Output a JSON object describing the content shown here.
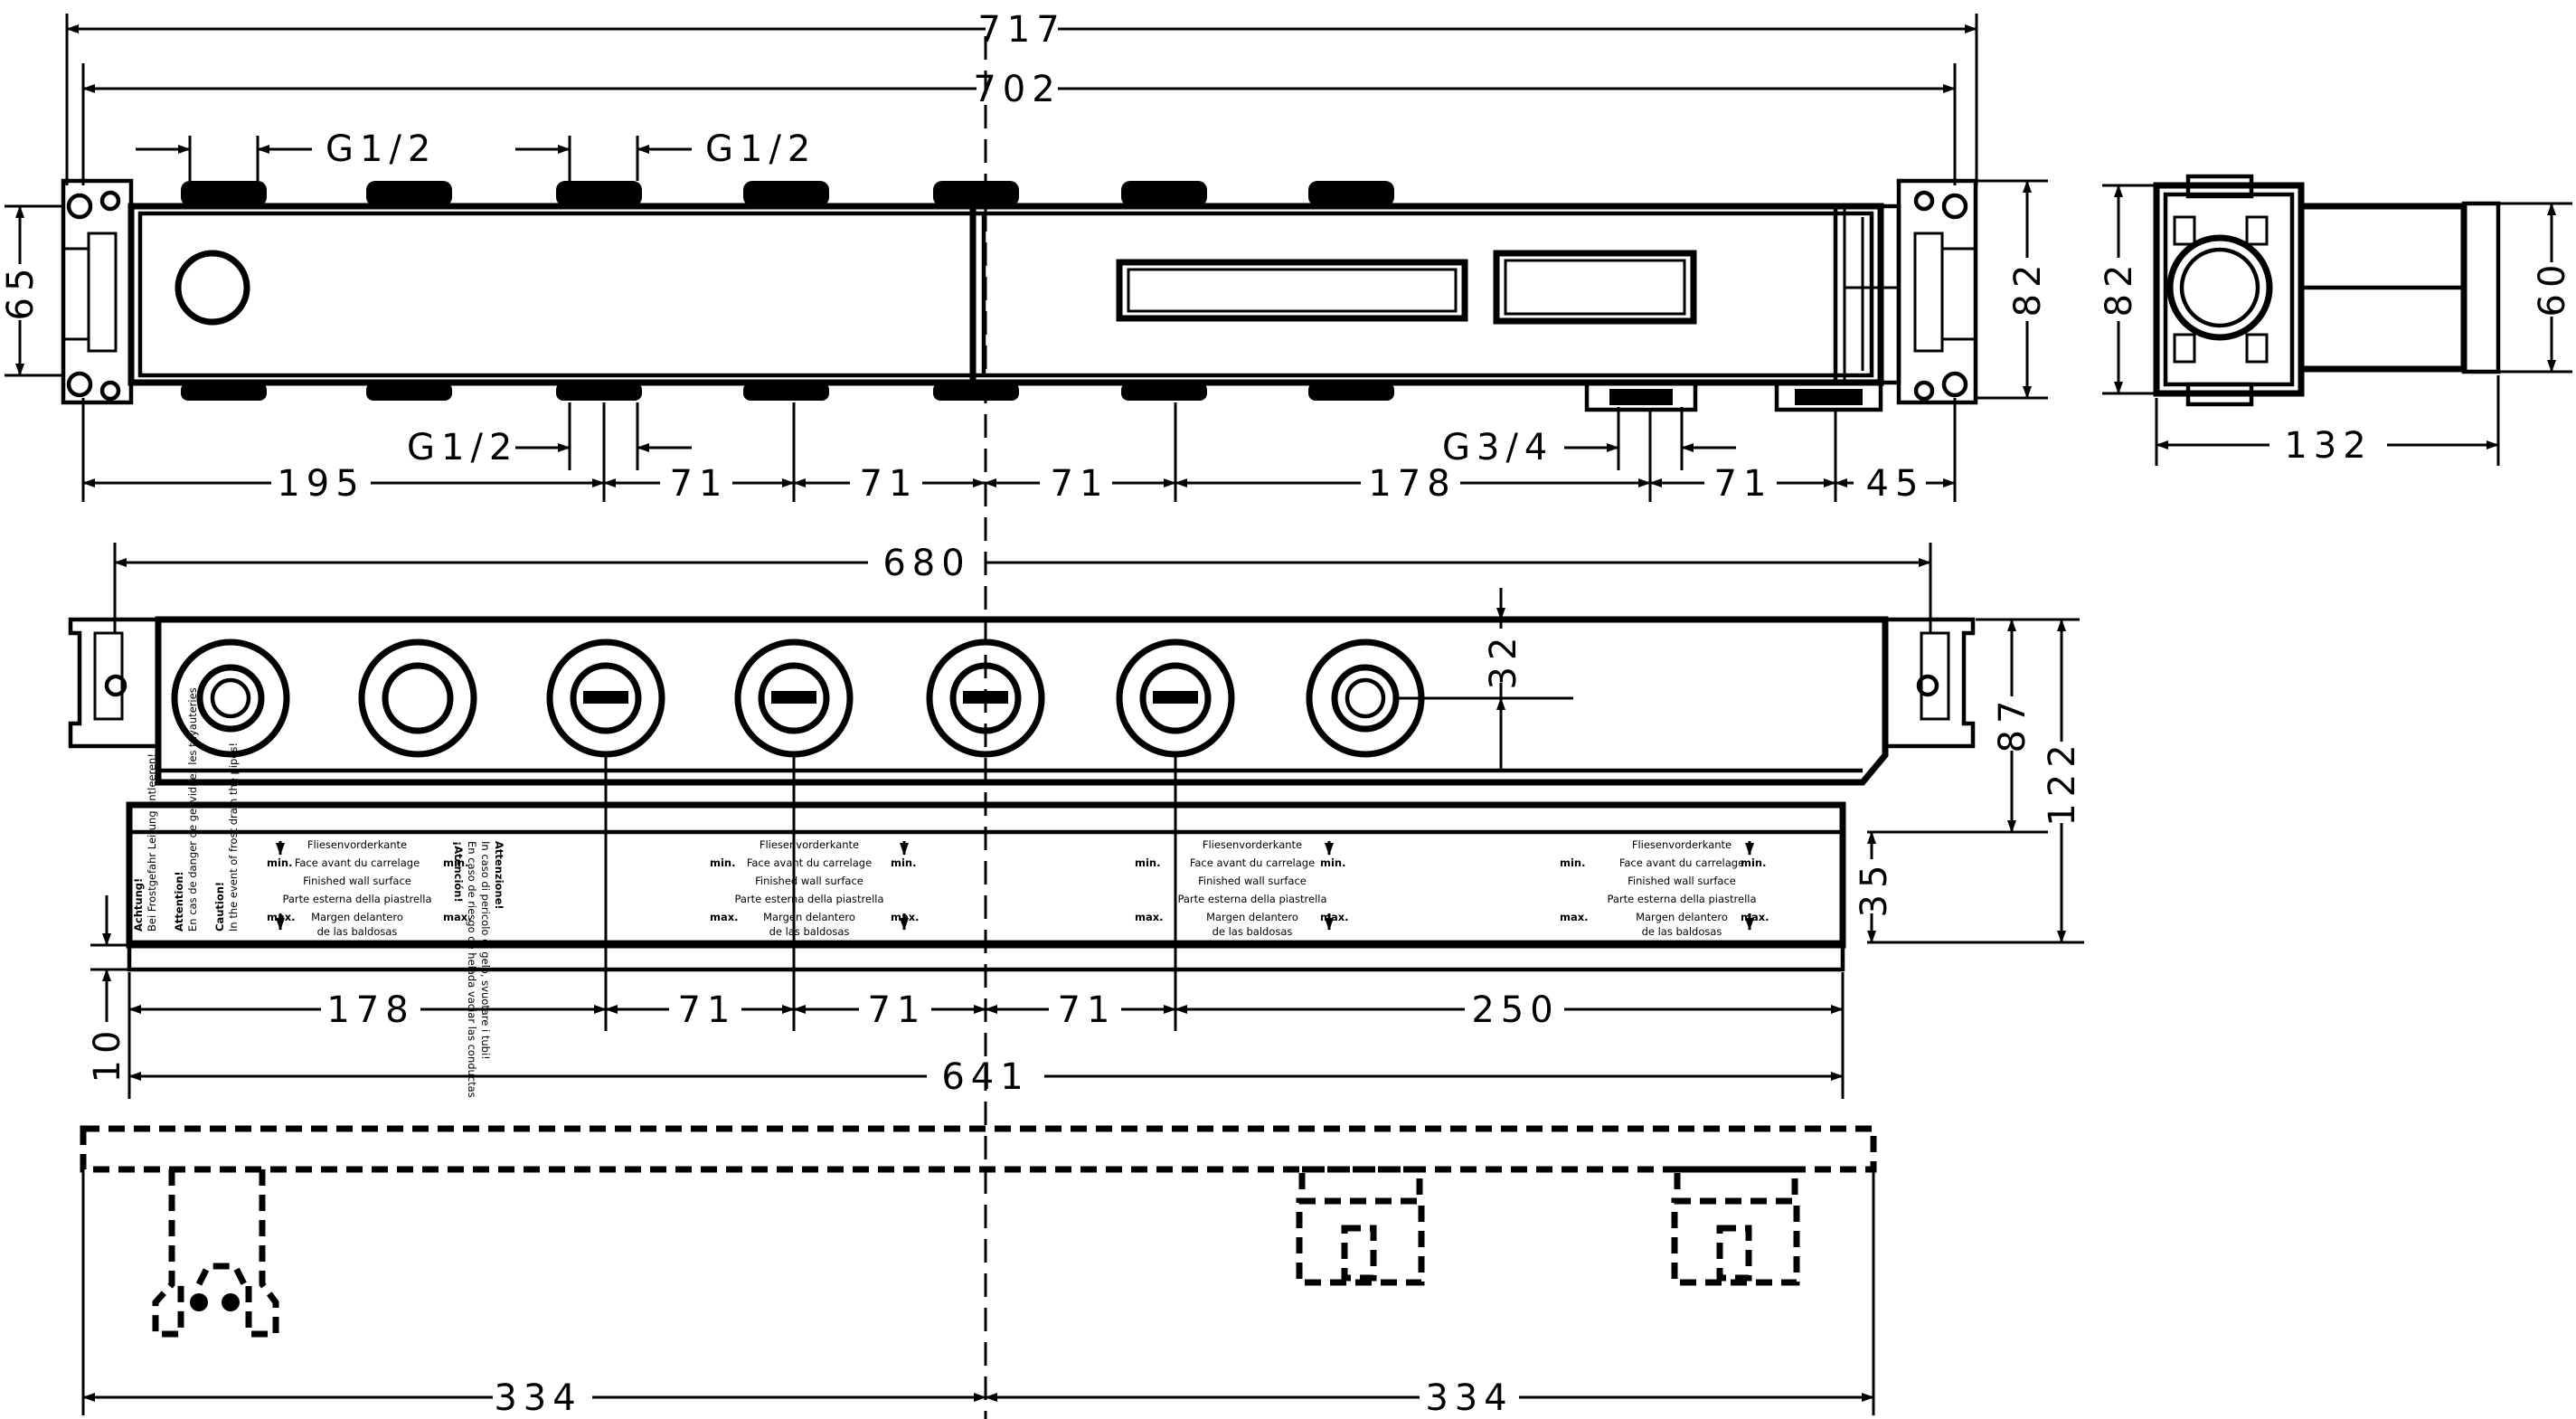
{
  "top_view": {
    "overall": "717",
    "body": "702",
    "thread_top_left": "G1/2",
    "thread_top_mid": "G1/2",
    "thread_bottom": "G1/2",
    "thread_right": "G3/4",
    "chain": [
      "195",
      "71",
      "71",
      "71",
      "178",
      "71",
      "45"
    ],
    "height_left": "65",
    "height_right": "82"
  },
  "side_view": {
    "height": "82",
    "depth": "60",
    "width": "132"
  },
  "front_view": {
    "overall": "680",
    "outlet_offset": "32",
    "height_upper": "87",
    "height_total": "122",
    "plate_depth": "35",
    "bottom_offset": "10",
    "chain": [
      "178",
      "71",
      "71",
      "71",
      "250"
    ],
    "base": "641"
  },
  "install_view": {
    "half_left": "334",
    "half_right": "334"
  },
  "label": {
    "title": "Fliesenvorderkante",
    "lines": [
      "Face avant du carrelage",
      "Finished wall surface",
      "Parte esterna della piastrella",
      "Margen delantero",
      "de las baldosas"
    ],
    "min": "min.",
    "max": "max.",
    "warn1": "Achtung!",
    "warn1_sub": "Bei Frostgefahr Leitung entleeren!",
    "warn2": "Attention!",
    "warn2_sub": "En cas de danger de gel vidnez les tuyauteries",
    "warn3": "Caution!",
    "warn3_sub": "In the event of frost drain the pipes!",
    "warn4": "Attenzione!",
    "warn4_sub": "In caso di pericolo di gelo, svuotare i tubi!",
    "warn5": "¡Atención!",
    "warn5_sub": "En caso de riesgo de helada vaciar las conductas"
  }
}
